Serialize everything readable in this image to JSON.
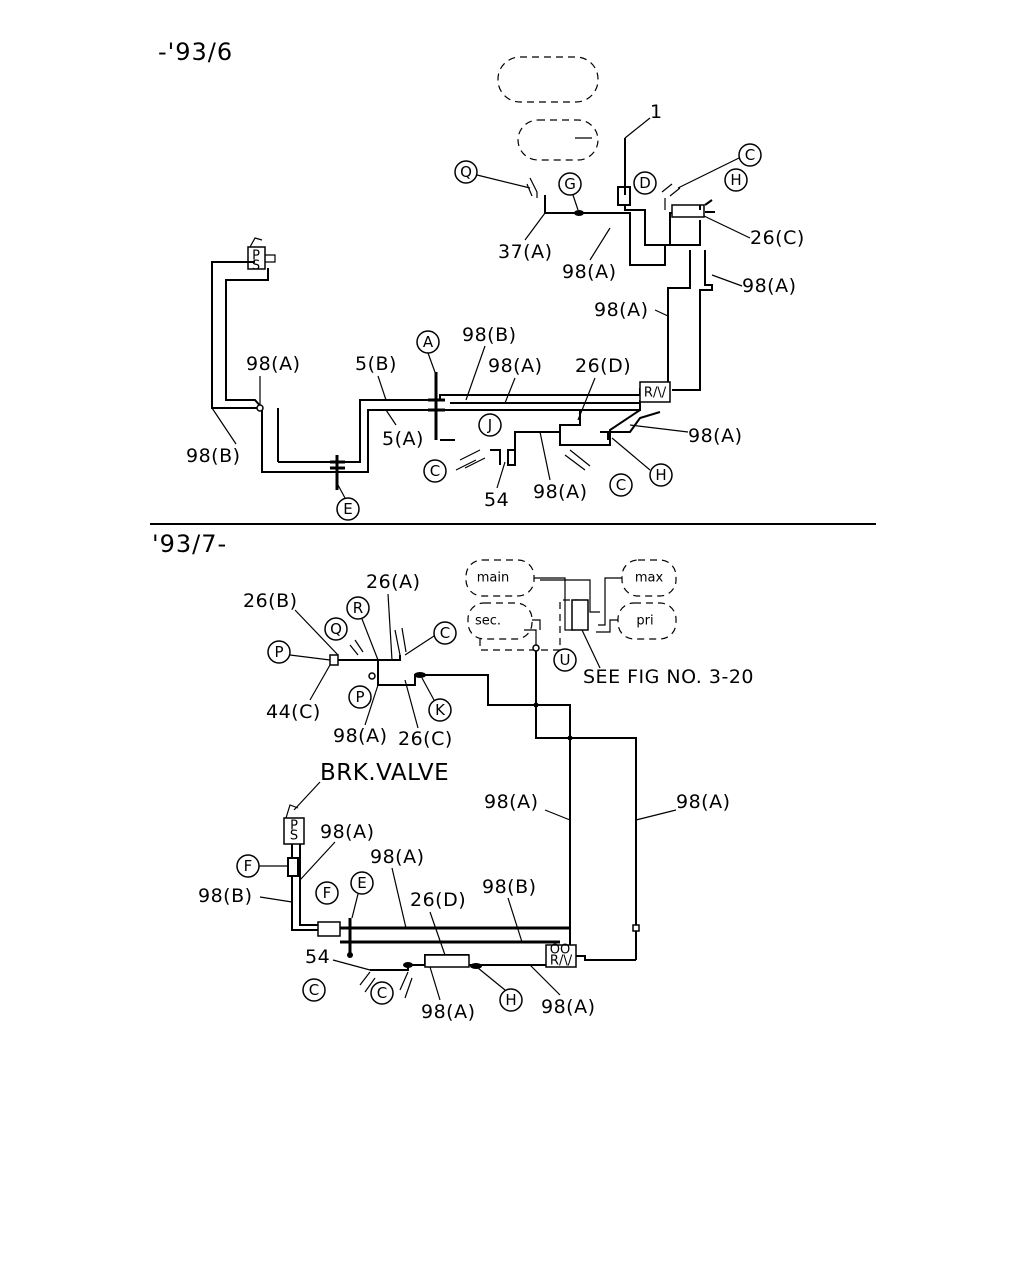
{
  "sections": {
    "top_header": "-'93/6",
    "bottom_header": "'93/7-"
  },
  "top": {
    "part_1": "1",
    "q": "Q",
    "g": "G",
    "d": "D",
    "c1": "C",
    "h1": "H",
    "l_26c": "26(C)",
    "l_37a": "37(A)",
    "l_98a_1": "98(A)",
    "l_98a_2": "98(A)",
    "l_98a_3": "98(A)",
    "a": "A",
    "l_98b_1": "98(B)",
    "l_98a_4": "98(A)",
    "l_5b": "5(B)",
    "l_98a_5": "98(A)",
    "l_26d": "26(D)",
    "l_5a": "5(A)",
    "j": "J",
    "l_98a_6": "98(A)",
    "l_98b_2": "98(B)",
    "c2": "C",
    "h2": "H",
    "c3": "C",
    "l_54": "54",
    "l_98a_7": "98(A)",
    "e": "E",
    "ps_p": "P",
    "ps_s": "S",
    "ra": "R/\\/"
  },
  "bottom": {
    "tank_main": "main",
    "tank_max": "max",
    "tank_sec": "sec.",
    "tank_pri": "pri",
    "see_fig": "SEE FIG NO. 3-20",
    "u": "U",
    "l_26a": "26(A)",
    "l_26b": "26(B)",
    "r": "R",
    "q": "Q",
    "c1": "C",
    "p1": "P",
    "p2": "P",
    "k": "K",
    "l_44c": "44(C)",
    "l_98a_1": "98(A)",
    "l_26c": "26(C)",
    "brk_valve": "BRK.VALVE",
    "l_98a_2": "98(A)",
    "l_98a_3": "98(A)",
    "l_98a_4": "98(A)",
    "f1": "F",
    "l_98a_5": "98(A)",
    "l_98b_1": "98(B)",
    "f2": "F",
    "e": "E",
    "l_26d": "26(D)",
    "l_98b_2": "98(B)",
    "l_54": "54",
    "c2": "C",
    "c3": "C",
    "h": "H",
    "l_98a_6": "98(A)",
    "l_98a_7": "98(A)",
    "ps_p": "P",
    "ps_s": "S",
    "ra": "R/\\/",
    "ra_top": "OO"
  }
}
